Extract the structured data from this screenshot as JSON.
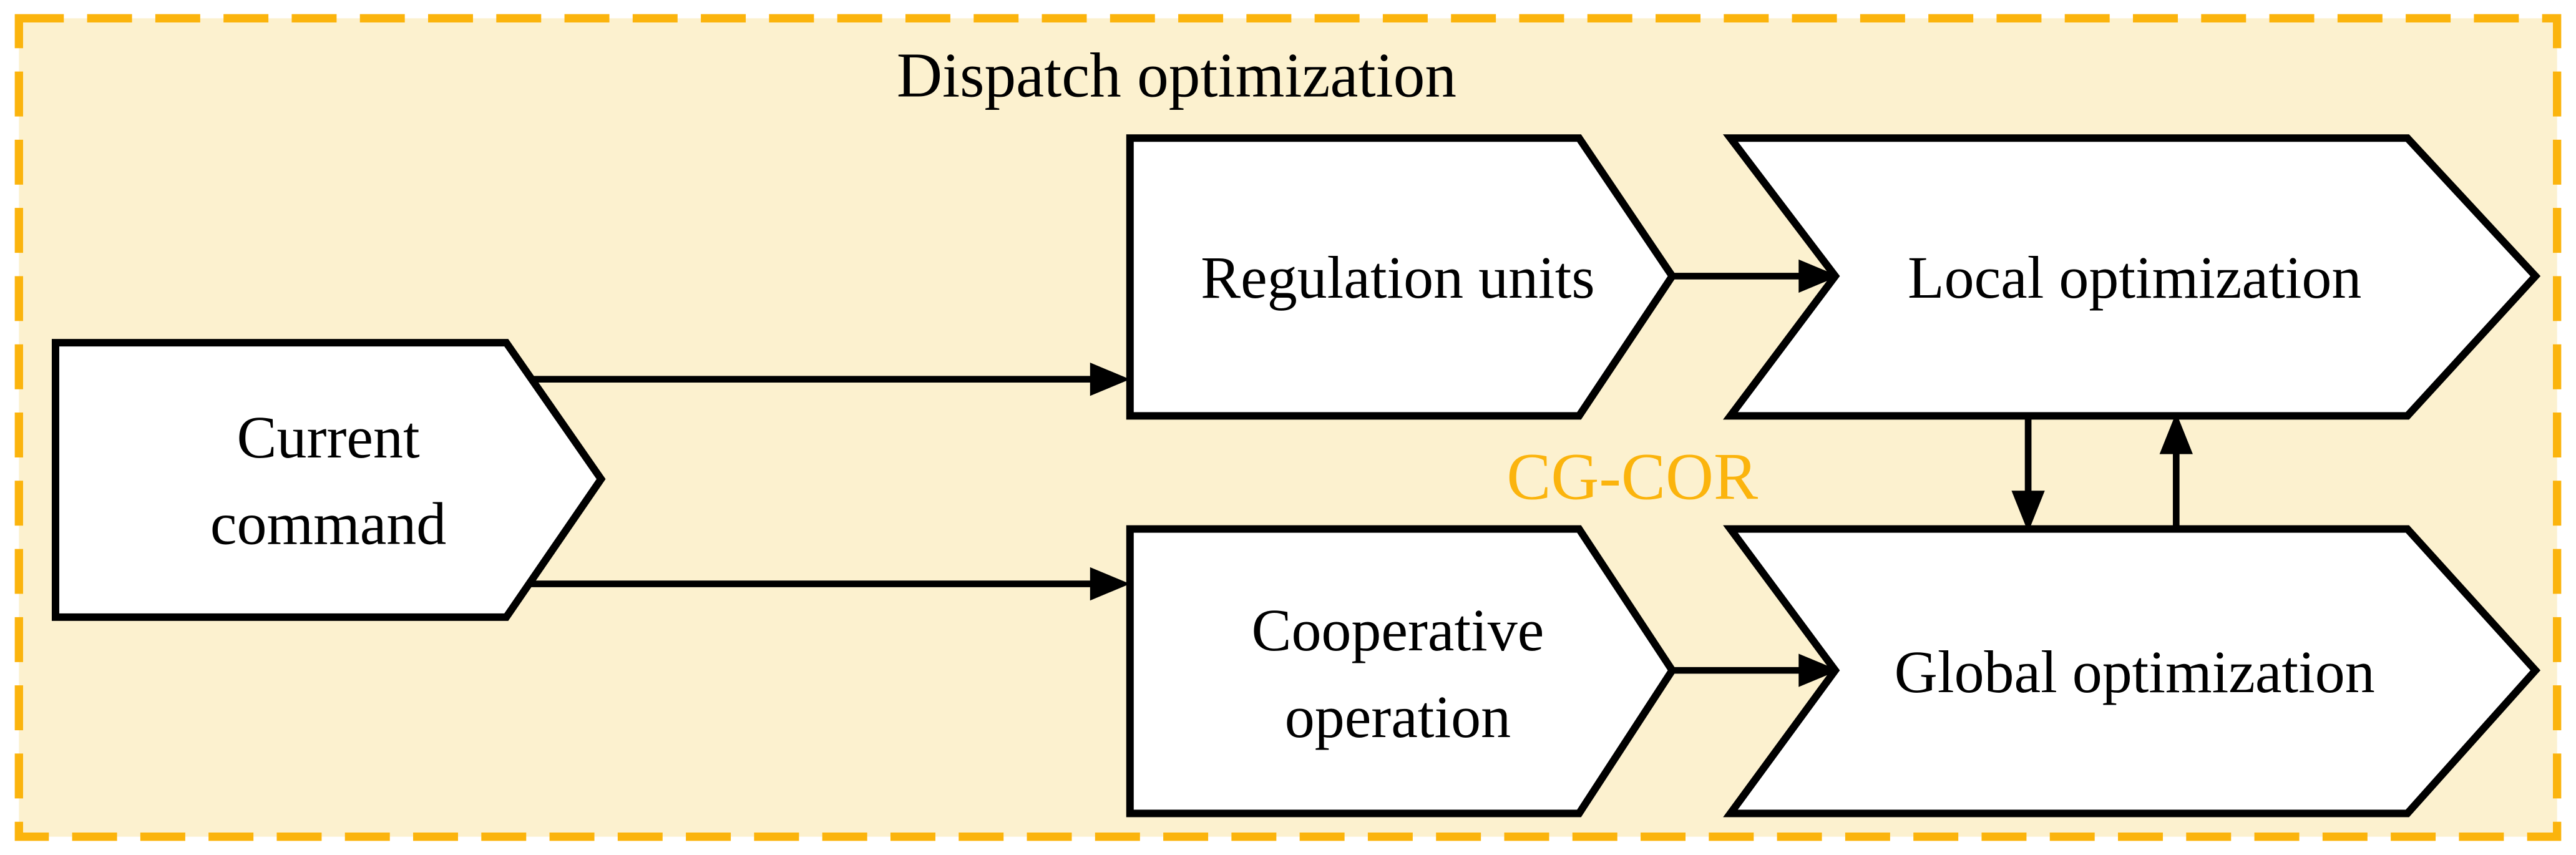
{
  "figure": {
    "title": "Dispatch optimization",
    "center_label": "CG-COR",
    "nodes": {
      "current_command": {
        "line1": "Current",
        "line2": "command"
      },
      "regulation_units": {
        "label": "Regulation units"
      },
      "cooperative_operation": {
        "line1": "Cooperative",
        "line2": "operation"
      },
      "local_optimization": {
        "label": "Local optimization"
      },
      "global_optimization": {
        "label": "Global optimization"
      }
    },
    "colors": {
      "background": "#FCF1CF",
      "outer_background": "#FFFFFF",
      "dashed_border": "#FBB40D",
      "accent_text": "#FBB40D",
      "shape_fill": "#FFFFFF",
      "shape_stroke": "#000000",
      "text": "#000000"
    }
  }
}
